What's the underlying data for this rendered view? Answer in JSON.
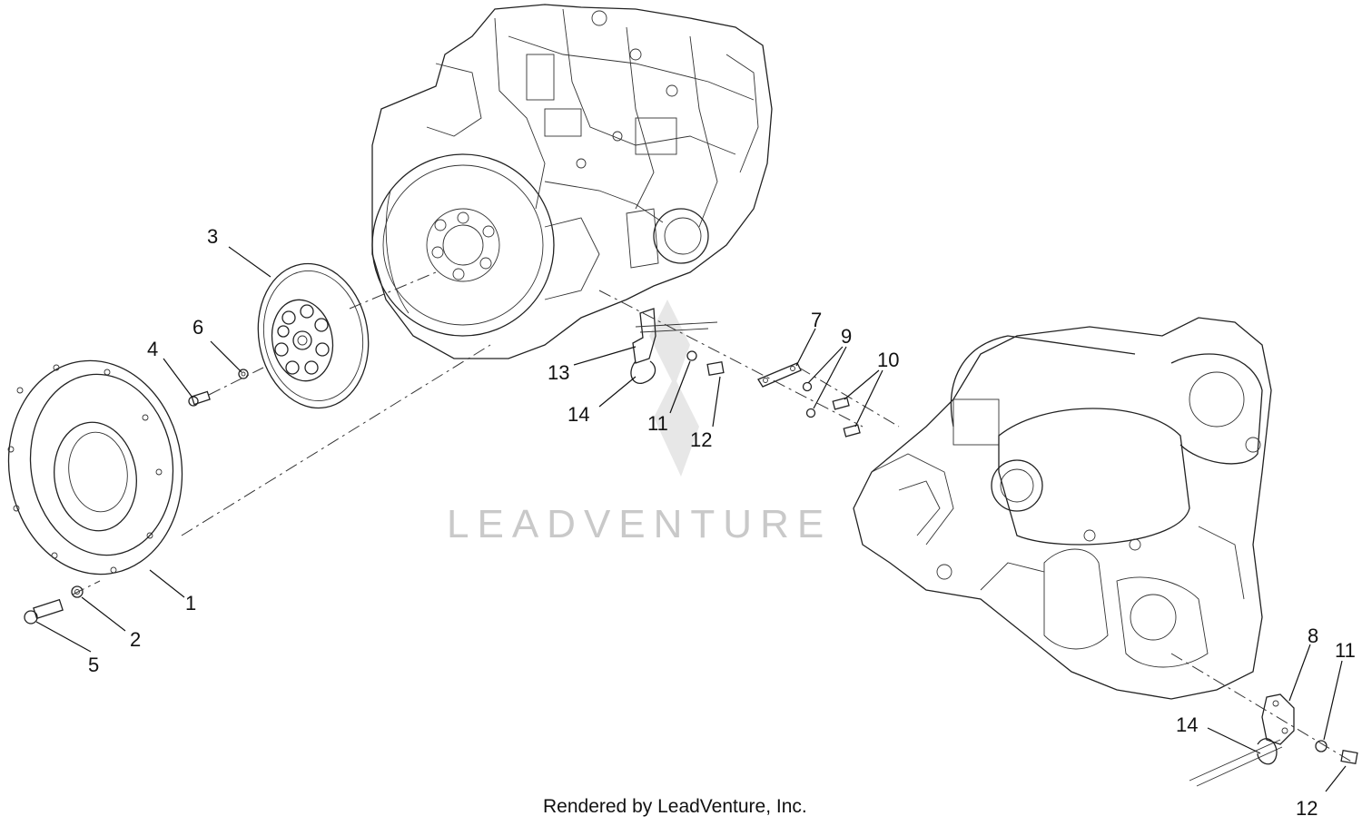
{
  "credit": "Rendered by LeadVenture, Inc.",
  "watermark": "LEADVENTURE",
  "callouts": [
    "1",
    "2",
    "3",
    "4",
    "5",
    "6",
    "7",
    "8",
    "9",
    "10",
    "11",
    "12",
    "13",
    "14"
  ],
  "callouts_second_view": {
    "c8": "8",
    "c11": "11",
    "c12": "12",
    "c14": "14"
  }
}
